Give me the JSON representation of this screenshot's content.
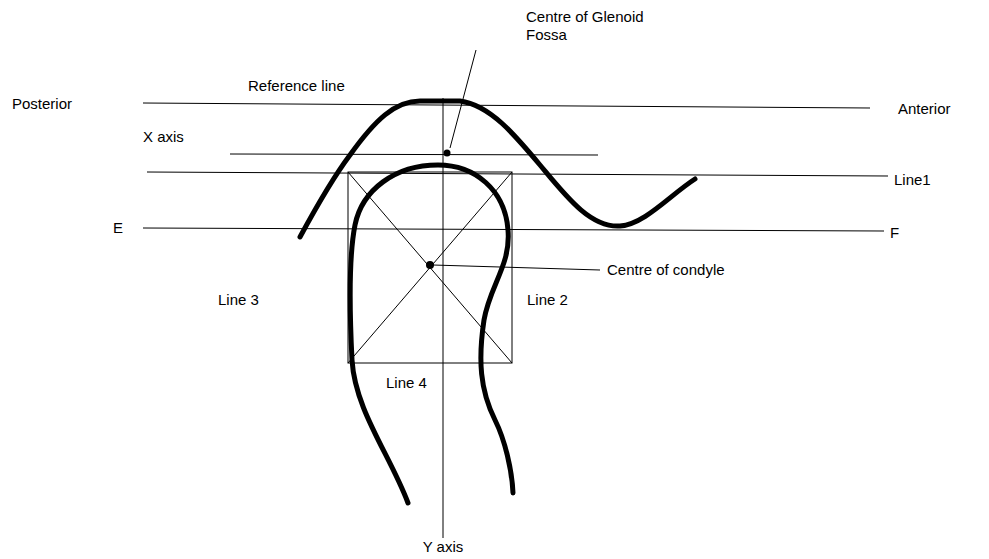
{
  "diagram": {
    "labels": [
      "Centre of Glenoid Fossa",
      "Posterior",
      "Reference line",
      "Anterior",
      "X axis",
      "Line1",
      "E",
      "F",
      "Centre of condyle",
      "Line 3",
      "Line 2",
      "Line 4",
      "Y axis"
    ]
  }
}
